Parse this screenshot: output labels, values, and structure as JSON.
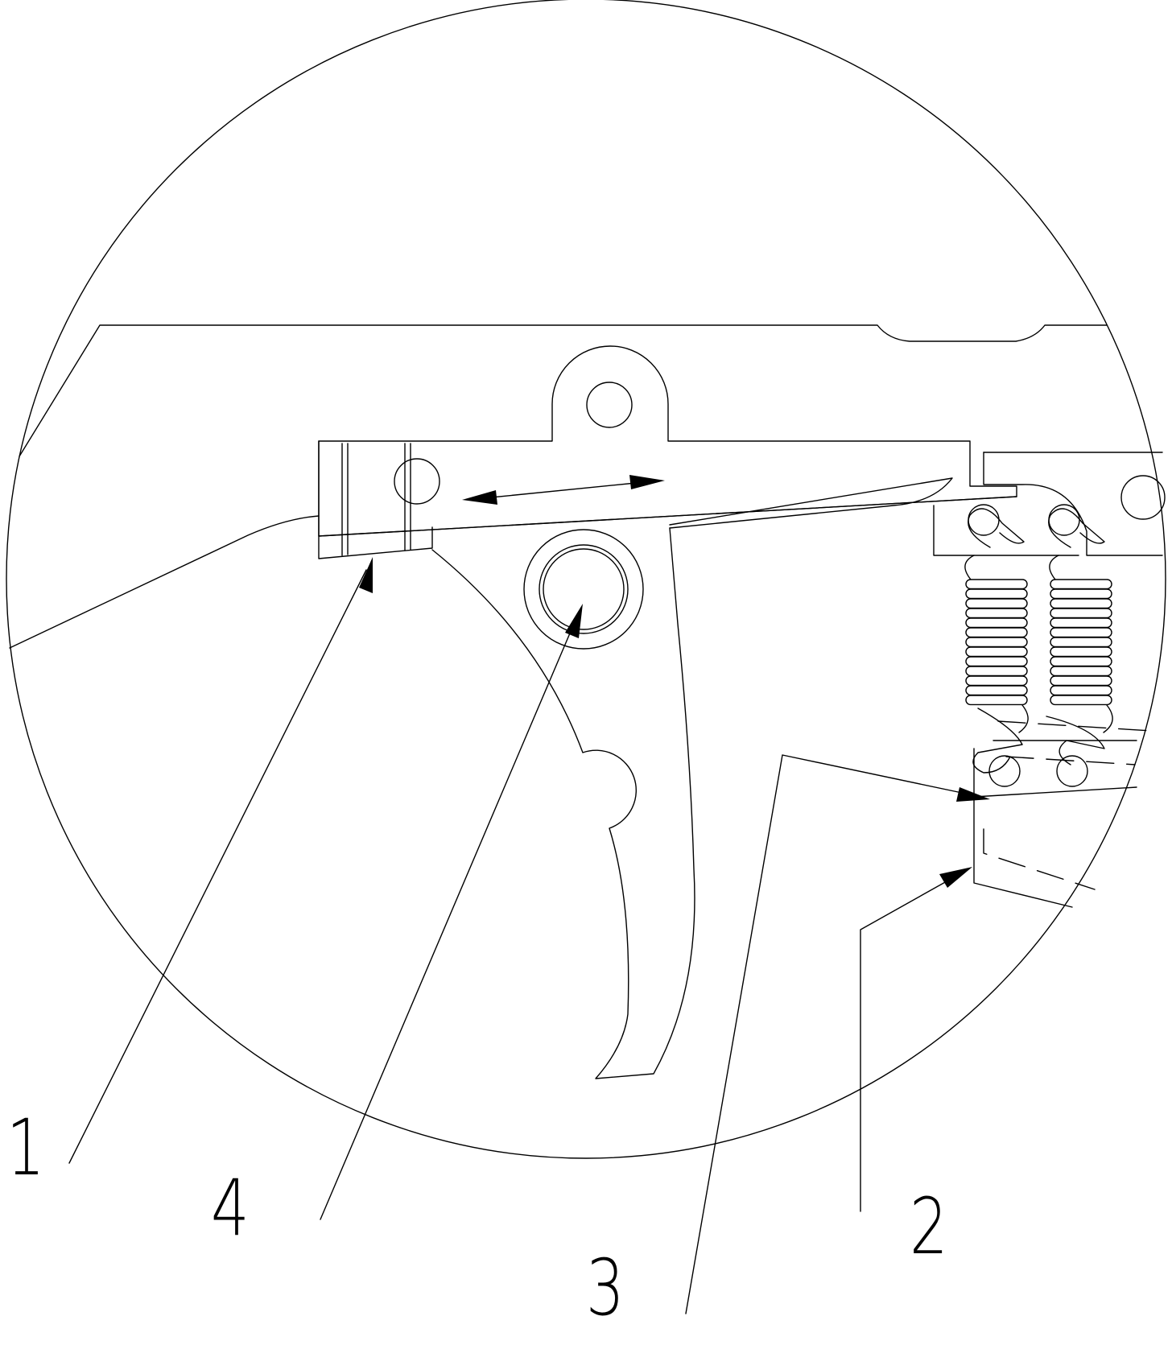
{
  "figure": {
    "callouts": [
      {
        "id": "1",
        "text": "1"
      },
      {
        "id": "4",
        "text": "4"
      },
      {
        "id": "3",
        "text": "3"
      },
      {
        "id": "2",
        "text": "2"
      }
    ]
  }
}
